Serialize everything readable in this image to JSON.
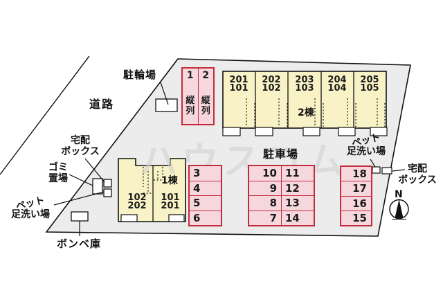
{
  "watermark": "ハウスコム",
  "road": "道路",
  "north": "N",
  "labels": {
    "bicycle_parking": "駐輪場",
    "delivery_box_left_line1": "宅配",
    "delivery_box_left_line2": "ボックス",
    "garbage_line1": "ゴミ",
    "garbage_line2": "置場",
    "pet_wash_left_line1": "ペット",
    "pet_wash_left_line2": "足洗い場",
    "gas_storage": "ボンベ庫",
    "parking_lot": "駐車場",
    "pet_wash_right_line1": "ペット",
    "pet_wash_right_line2": "足洗い場",
    "delivery_box_right_line1": "宅配",
    "delivery_box_right_line2": "ボックス"
  },
  "building1": {
    "label": "1棟",
    "units": [
      {
        "upper": "102",
        "lower": "202"
      },
      {
        "upper": "101",
        "lower": "201"
      }
    ]
  },
  "building2": {
    "label": "2棟",
    "units": [
      {
        "upper": "201",
        "lower": "101"
      },
      {
        "upper": "202",
        "lower": "102"
      },
      {
        "upper": "203",
        "lower": "103"
      },
      {
        "upper": "204",
        "lower": "104"
      },
      {
        "upper": "205",
        "lower": "105"
      }
    ]
  },
  "parking": {
    "tandem": [
      {
        "number": "1",
        "orientation": "縦列"
      },
      {
        "number": "2",
        "orientation": "縦列"
      }
    ],
    "column_3_6": [
      "3",
      "4",
      "5",
      "6"
    ],
    "middle_left": [
      "10",
      "9",
      "8",
      "7"
    ],
    "middle_right": [
      "11",
      "12",
      "13",
      "14"
    ],
    "right_column": [
      "18",
      "17",
      "16",
      "15"
    ]
  },
  "colors": {
    "site_fill": "#ececec",
    "building_fill": "#f8f2c6",
    "parking_fill": "#f6d7dd",
    "parking_border": "#c22c3c",
    "line": "#111111"
  }
}
